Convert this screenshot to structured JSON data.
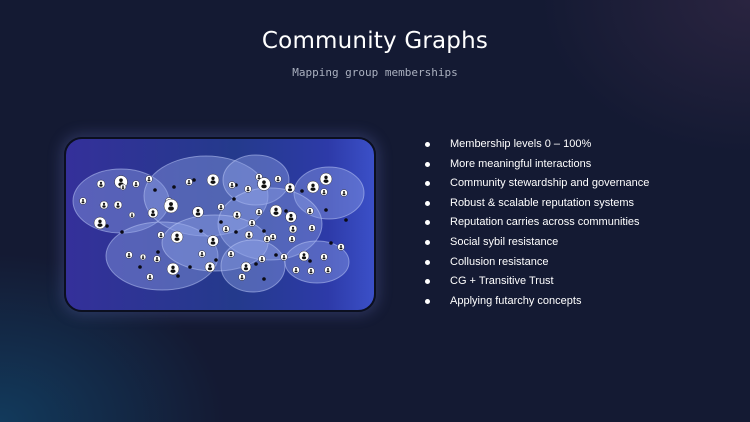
{
  "slide": {
    "title": "Community Graphs",
    "subtitle": "Mapping group memberships"
  },
  "graphic": {
    "icon": "community-membership-graph",
    "colors": {
      "frame_left": "#34309a",
      "frame_right": "#3b50c8",
      "community_fill": "#8fa2e6",
      "person_fill": "#ffffff",
      "person_glyph": "#111111"
    }
  },
  "bullets": [
    "Membership levels 0 – 100%",
    "More meaningful interactions",
    "Community stewardship and governance",
    "Robust & scalable reputation systems",
    "Reputation carries across communities",
    "Social sybil resistance",
    "Collusion resistance",
    "CG + Transitive Trust",
    "Applying futarchy concepts"
  ]
}
